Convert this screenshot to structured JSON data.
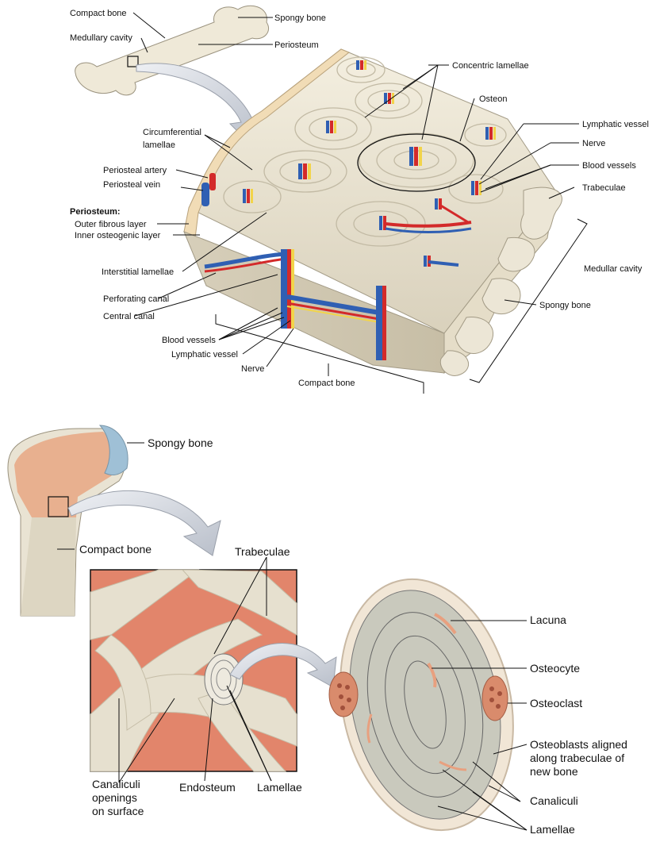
{
  "top": {
    "labels": {
      "compact_bone": "Compact bone",
      "spongy_bone": "Spongy bone",
      "medullary_cavity": "Medullary cavity",
      "periosteum": "Periosteum",
      "concentric_lamellae": "Concentric lamellae",
      "osteon": "Osteon",
      "lymphatic_vessel": "Lymphatic vessel",
      "nerve": "Nerve",
      "blood_vessels": "Blood vessels",
      "trabeculae": "Trabeculae",
      "circumferential_lamellae": [
        "Circumferential",
        "lamellae"
      ],
      "periosteal_artery": "Periosteal artery",
      "periosteal_vein": "Periosteal vein",
      "periosteum_heading": "Periosteum:",
      "outer_fibrous_layer": "Outer fibrous layer",
      "inner_osteogenic_layer": "Inner osteogenic layer",
      "interstitial_lamellae": "Interstitial lamellae",
      "perforating_canal": "Perforating canal",
      "central_canal": "Central canal",
      "blood_vessels_lower": "Blood vessels",
      "lymphatic_vessel_lower": "Lymphatic vessel",
      "nerve_lower": "Nerve",
      "compact_bone_lower": "Compact bone",
      "medullar_cavity": "Medullar cavity",
      "spongy_bone_lower": "Spongy bone"
    }
  },
  "bottom": {
    "labels": {
      "spongy_bone": "Spongy bone",
      "compact_bone": "Compact bone",
      "trabeculae": "Trabeculae",
      "canaliculi_openings": [
        "Canaliculi",
        "openings",
        "on surface"
      ],
      "endosteum": "Endosteum",
      "lamellae_mid": "Lamellae",
      "lacuna": "Lacuna",
      "osteocyte": "Osteocyte",
      "osteoclast": "Osteoclast",
      "osteoblasts": [
        "Osteoblasts aligned",
        "along trabeculae of",
        "new bone"
      ],
      "canaliculi": "Canaliculi",
      "lamellae": "Lamellae"
    }
  },
  "colors": {
    "bone": "#e9e2cf",
    "bone_light": "#f2ecdc",
    "bone_shadow": "#c9c1ab",
    "marrow": "#d8785e",
    "artery": "#d32a2a",
    "vein": "#2f5fb3",
    "nerve": "#f2d44a",
    "lymph": "#8cc63f",
    "cartilage": "#9fc0d6"
  }
}
